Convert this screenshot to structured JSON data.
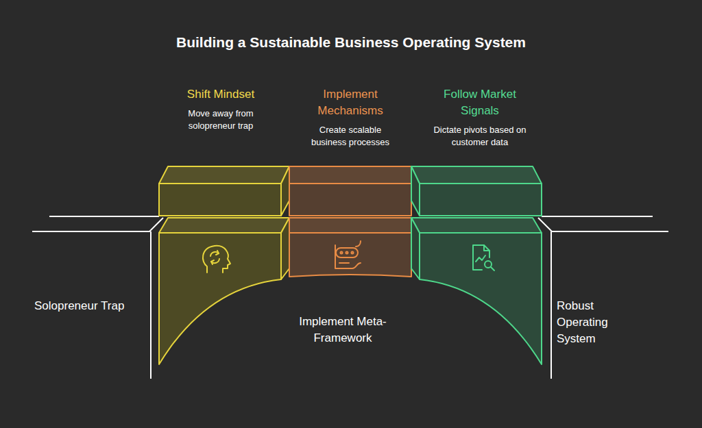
{
  "diagram": {
    "title": "Building a Sustainable Business Operating System",
    "nodes": [
      {
        "text": [
          "Shift Mindset",
          "Move away from solopreneur trap"
        ]
      },
      {
        "text": [
          "Implement Mechanisms",
          "Create scalable business processes"
        ]
      },
      {
        "text": [
          "Follow Market Signals",
          "Dictate pivots based on customer data"
        ]
      }
    ],
    "labels": [
      "Solopreneur Trap",
      "Implement Meta-Framework",
      "Robust Operating System"
    ]
  }
}
